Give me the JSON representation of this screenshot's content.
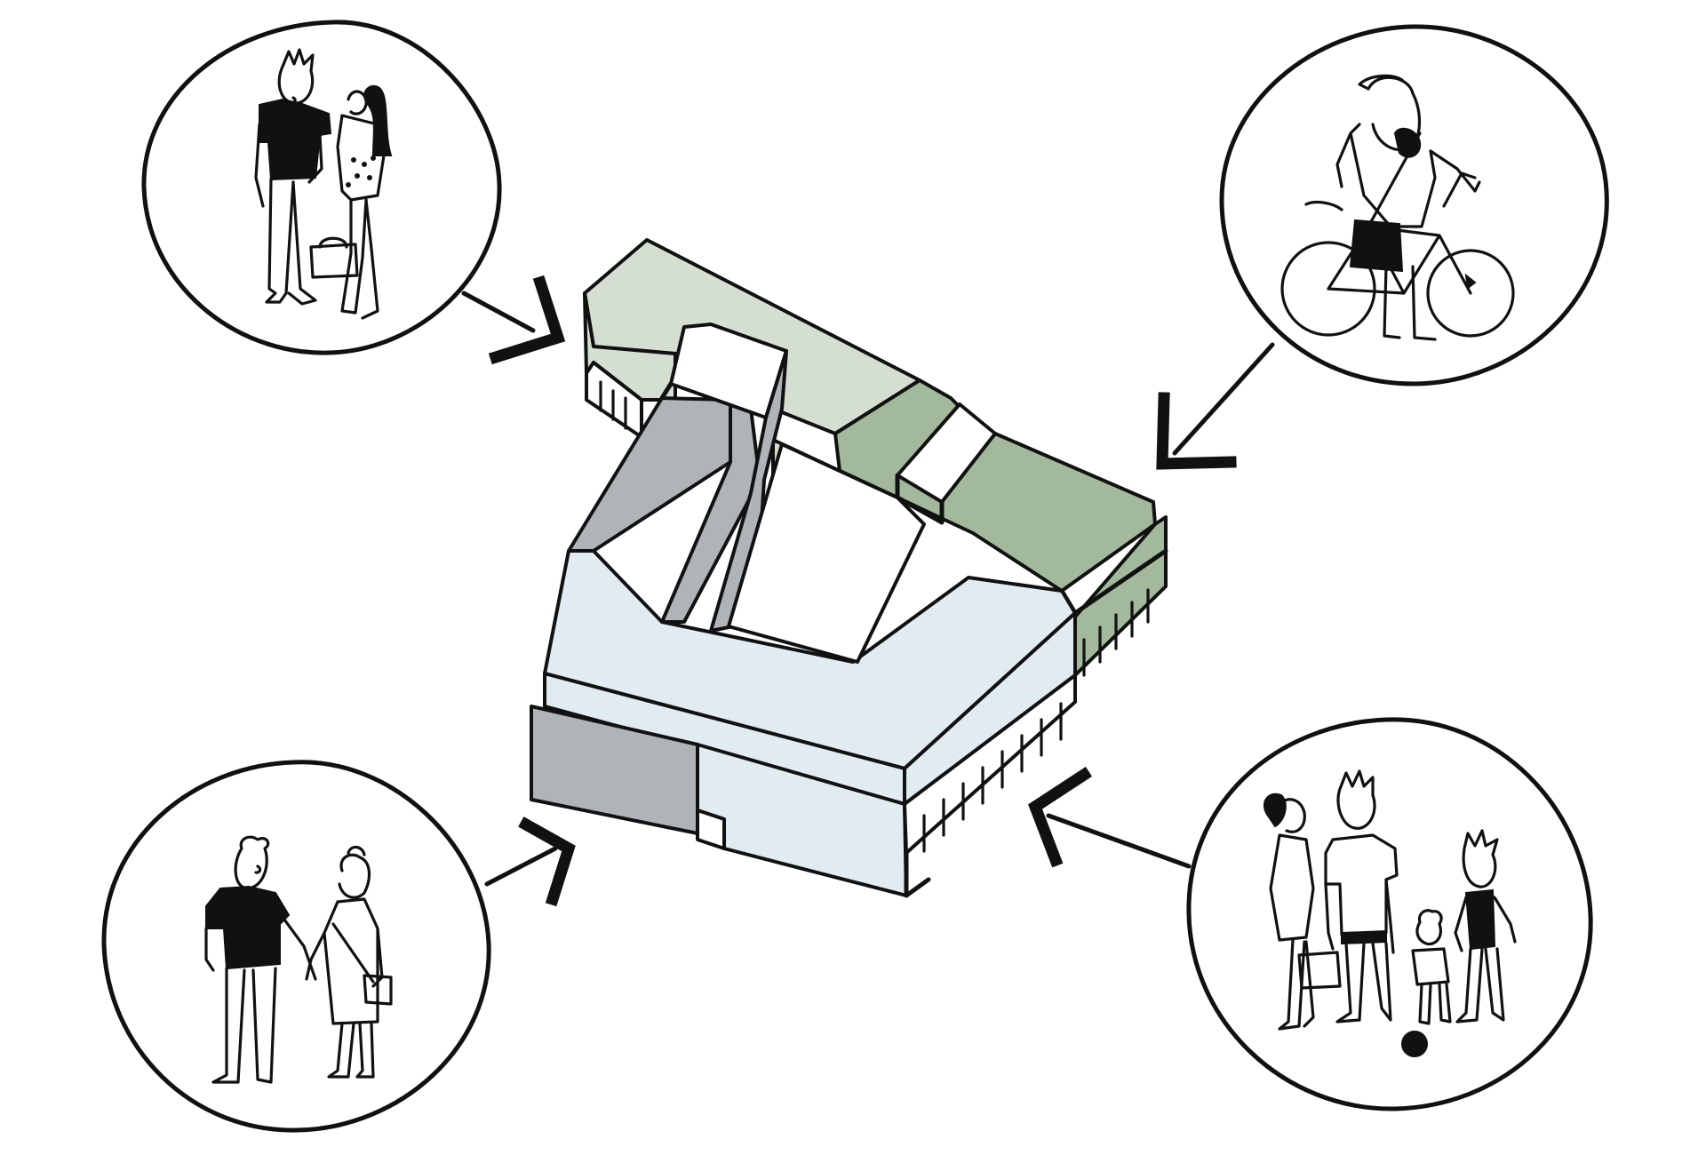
{
  "diagram": {
    "colors": {
      "background": "#ffffff",
      "ink": "#111111",
      "wing_light_green": "#d4dfd2",
      "wing_green": "#a3b99c",
      "wing_light_blue": "#e1ebf2",
      "wing_grey": "#aeb4b7",
      "roof_white": "#ffffff"
    },
    "building": {
      "name_icon": "building-block-isometric",
      "wings": [
        {
          "id": "north-wing",
          "color": "wing_light_green"
        },
        {
          "id": "east-wing",
          "color": "wing_green"
        },
        {
          "id": "south-wing",
          "color": "wing_light_blue"
        },
        {
          "id": "west-wing",
          "color": "wing_grey"
        }
      ],
      "towers": [
        {
          "id": "west-tower",
          "color": "roof_white"
        },
        {
          "id": "north-east-tower",
          "color": "roof_white"
        }
      ]
    },
    "user_groups": [
      {
        "id": "young-couple",
        "icon": "young-couple-icon",
        "people": 2,
        "position": "top-left"
      },
      {
        "id": "cyclist",
        "icon": "cyclist-icon",
        "people": 1,
        "position": "top-right"
      },
      {
        "id": "senior-couple",
        "icon": "senior-couple-icon",
        "people": 2,
        "position": "bottom-left"
      },
      {
        "id": "family",
        "icon": "family-icon",
        "people": 4,
        "position": "bottom-right"
      }
    ],
    "arrows": [
      {
        "from": "young-couple",
        "to": "building"
      },
      {
        "from": "cyclist",
        "to": "building"
      },
      {
        "from": "senior-couple",
        "to": "building"
      },
      {
        "from": "family",
        "to": "building"
      }
    ]
  }
}
